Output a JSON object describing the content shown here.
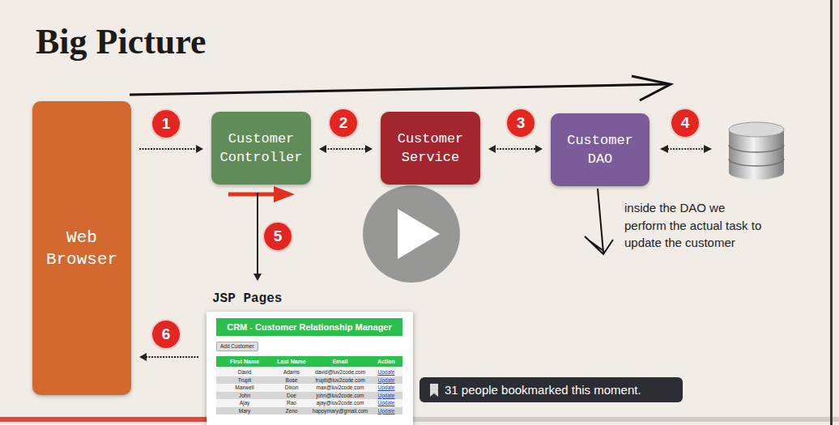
{
  "diagram": {
    "title": "Big Picture",
    "nodes": [
      {
        "text": [
          "Web Browser"
        ]
      },
      {
        "text": [
          "Customer Controller"
        ]
      },
      {
        "text": [
          "Customer Service"
        ]
      },
      {
        "text": [
          "Customer DAO"
        ]
      },
      {
        "text": [
          "JSP Pages",
          "CRM - Customer Relationship Manager",
          "Add Customer",
          "First Name",
          "Last Name",
          "Email",
          "Action",
          "David",
          "Adams",
          "david@luv2code.com",
          "Update",
          "Trupti",
          "Bose",
          "trupti@luv2code.com",
          "Update",
          "Maxwell",
          "Dixon",
          "max@luv2code.com",
          "Update",
          "John",
          "Doe",
          "john@luv2code.com",
          "Update",
          "Ajay",
          "Rao",
          "ajay@luv2code.com",
          "Update",
          "Mary",
          "Zeno",
          "happymary@gmail.com",
          "Update"
        ]
      }
    ],
    "edges": [
      {
        "from": 0,
        "to": 1,
        "arrow": "to"
      },
      {
        "from": 1,
        "to": 2,
        "arrow": "both"
      },
      {
        "from": 2,
        "to": 3,
        "arrow": "both"
      },
      {
        "from": 1,
        "to": 4,
        "arrow": "to"
      },
      {
        "from": 4,
        "to": 0,
        "arrow": "to"
      }
    ],
    "labels": [
      "1",
      "2",
      "3",
      "4",
      "5",
      "6",
      "inside the DAO we perform the actual task to update the customer",
      "31 people bookmarked this moment."
    ]
  }
}
